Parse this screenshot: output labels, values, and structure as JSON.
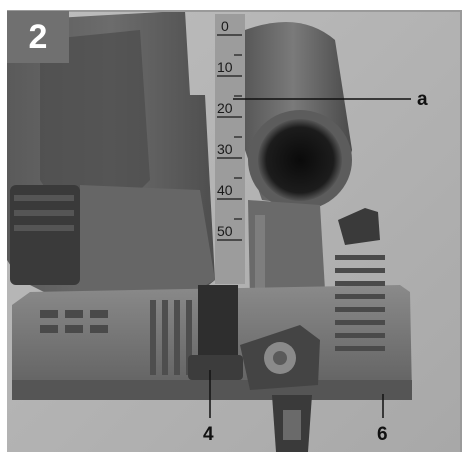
{
  "figure": {
    "number": "2",
    "callouts": {
      "a": "a",
      "four": "4",
      "six": "6"
    },
    "scale_ticks": [
      "0",
      "10",
      "20",
      "30",
      "40",
      "50"
    ],
    "colors": {
      "frame": "#9a9a9a",
      "badge": "#707070",
      "background": "#ffffff"
    }
  }
}
